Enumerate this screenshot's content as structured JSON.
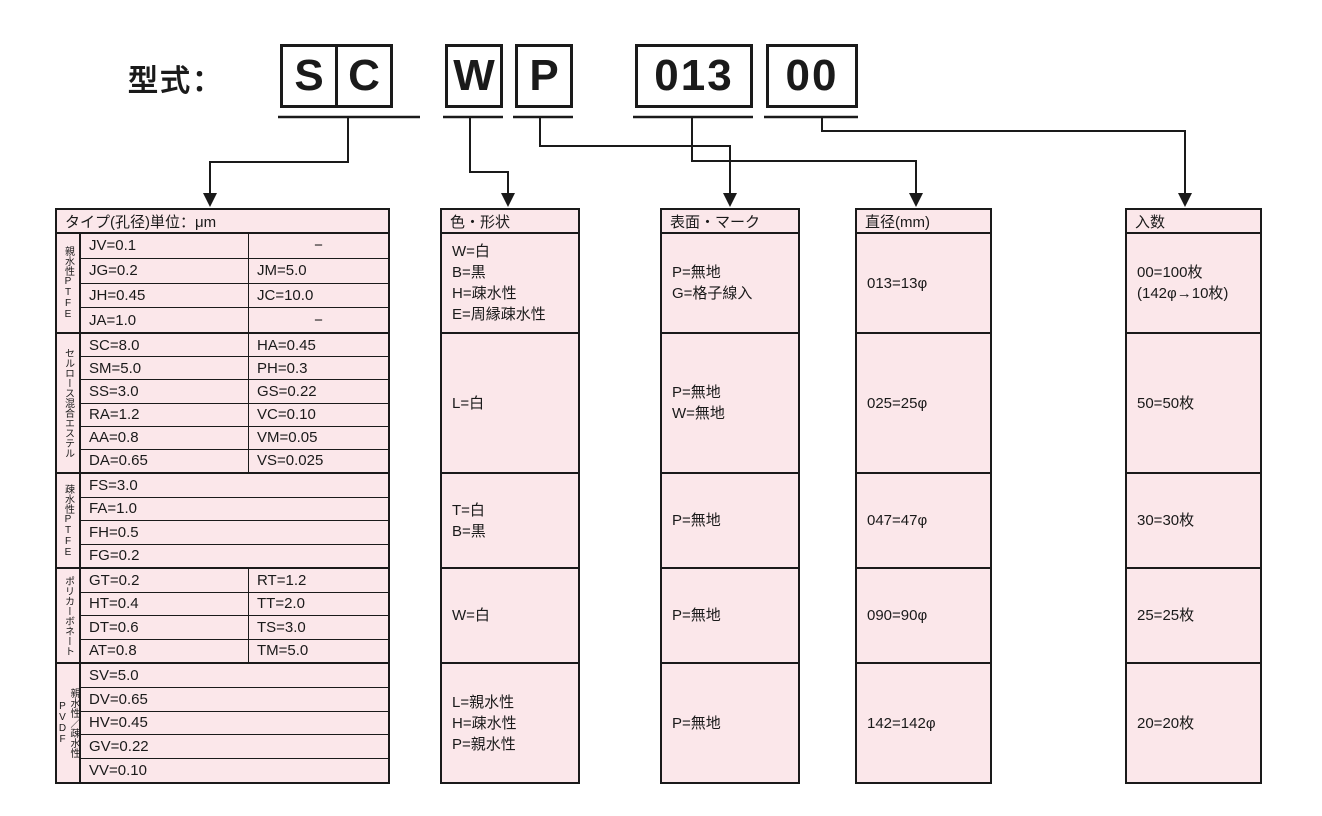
{
  "title": "型式：",
  "code_boxes": [
    "S",
    "C",
    "W",
    "P",
    "013",
    "00"
  ],
  "colors": {
    "cell_bg": "#fbe7ea",
    "line": "#1a1a1a"
  },
  "tables": {
    "type": {
      "header": "タイプ(孔径)単位：μm",
      "sections": [
        {
          "group": "親水性PTFE",
          "rows": [
            [
              "JV=0.1",
              "−"
            ],
            [
              "JG=0.2",
              "JM=5.0"
            ],
            [
              "JH=0.45",
              "JC=10.0"
            ],
            [
              "JA=1.0",
              "−"
            ]
          ]
        },
        {
          "group": "セルロース混合エステル",
          "rows": [
            [
              "SC=8.0",
              "HA=0.45"
            ],
            [
              "SM=5.0",
              "PH=0.3"
            ],
            [
              "SS=3.0",
              "GS=0.22"
            ],
            [
              "RA=1.2",
              "VC=0.10"
            ],
            [
              "AA=0.8",
              "VM=0.05"
            ],
            [
              "DA=0.65",
              "VS=0.025"
            ]
          ]
        },
        {
          "group": "疎水性PTFE",
          "rows": [
            [
              "FS=3.0"
            ],
            [
              "FA=1.0"
            ],
            [
              "FH=0.5"
            ],
            [
              "FG=0.2"
            ]
          ]
        },
        {
          "group": "ポリカーボネート",
          "rows": [
            [
              "GT=0.2",
              "RT=1.2"
            ],
            [
              "HT=0.4",
              "TT=2.0"
            ],
            [
              "DT=0.6",
              "TS=3.0"
            ],
            [
              "AT=0.8",
              "TM=5.0"
            ]
          ]
        },
        {
          "group": "親水性／疎水性\nPVDF",
          "rows": [
            [
              "SV=5.0"
            ],
            [
              "DV=0.65"
            ],
            [
              "HV=0.45"
            ],
            [
              "GV=0.22"
            ],
            [
              "VV=0.10"
            ]
          ]
        }
      ]
    },
    "color_shape": {
      "header": "色・形状",
      "cells": [
        [
          "W=白",
          "B=黒",
          "H=疎水性",
          "E=周縁疎水性"
        ],
        [
          "L=白"
        ],
        [
          "T=白",
          "B=黒"
        ],
        [
          "W=白"
        ],
        [
          "L=親水性",
          "H=疎水性",
          "P=親水性"
        ]
      ]
    },
    "surface": {
      "header": "表面・マーク",
      "cells": [
        [
          "P=無地",
          "G=格子線入"
        ],
        [
          "P=無地",
          "W=無地"
        ],
        [
          "P=無地"
        ],
        [
          "P=無地"
        ],
        [
          "P=無地"
        ]
      ]
    },
    "diameter": {
      "header": "直径(mm)",
      "cells": [
        [
          "013=13φ"
        ],
        [
          "025=25φ"
        ],
        [
          "047=47φ"
        ],
        [
          "090=90φ"
        ],
        [
          "142=142φ"
        ]
      ]
    },
    "quantity": {
      "header": "入数",
      "cells": [
        [
          "00=100枚",
          "(142φ→10枚)"
        ],
        [
          "50=50枚"
        ],
        [
          "30=30枚"
        ],
        [
          "25=25枚"
        ],
        [
          "20=20枚"
        ]
      ]
    }
  }
}
